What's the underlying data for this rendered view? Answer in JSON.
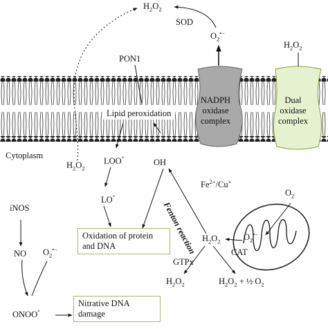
{
  "labels": {
    "cytoplasm": "Cytoplasm",
    "pon1": "PON1",
    "sod": "SOD",
    "lipid_peroxidation": "Lipid peroxidation",
    "nadph_complex": [
      "NADPH",
      "oxidase",
      "complex"
    ],
    "dual_complex": [
      "Dual",
      "oxidase",
      "complex"
    ],
    "inos": "iNOS",
    "no": "NO",
    "oh": "OH",
    "fe_cu": "Fe",
    "fe_sup": "2+",
    "cu": "/Cu",
    "cu_sup": "+",
    "fenton": "Fenton reaction",
    "cat": "CAT",
    "gtpx": "GTPx",
    "o2": "O",
    "o2_sub": "2",
    "h2o2": "H",
    "oxidation_box": [
      "Oxidation of protein",
      "and DNA"
    ],
    "nitrative_box": [
      "Nitrative DNA",
      "damage"
    ],
    "half_o2": " + ½ O",
    "loo": "LOO",
    "lo": "LO",
    "onoo": "ONOO",
    "radical": "°",
    "superoxide_sup": "•−"
  },
  "colors": {
    "membrane_head": "#222222",
    "nadph_fill": "#a9a9a9",
    "dual_fill": "#e6f2cf",
    "box_border": "#a9b56a"
  }
}
